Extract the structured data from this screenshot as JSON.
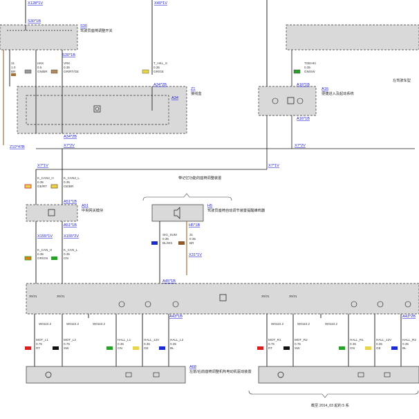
{
  "connectors": {
    "top_left": "X128*1V",
    "top_mid": "X40*1V",
    "s30_pin": "S30*1B",
    "s30b": "S30*1B",
    "a34_top": "A34*2B",
    "a34_bot": "A34*2B",
    "a16_top": "A16*1B",
    "a16_bot": "A16*1B",
    "x7_1": "X7*1V",
    "x7_2": "X7*2V",
    "x7_3": "X7*1V",
    "x7_4": "X7*2V",
    "z10": "Z10*47B",
    "a51_pin": "A51*1B",
    "a51_bot": "A51*1B",
    "x155_1": "X155*1V",
    "x155_2": "X155*2V",
    "h5_pin": "H5*1B",
    "x31": "X31*1V",
    "a45": "A45*1B",
    "a45b": "A43*1B",
    "a43b2": "A43*2B"
  },
  "components": {
    "s30_code": "S30",
    "s30_name": "驾驶员座椅调整开关",
    "z1_code": "Z1",
    "z1_name": "接线盒",
    "a34": "A34",
    "a16_code": "A16",
    "a16_name": "便捷进入及起动系统",
    "a51_code": "A51",
    "a51_name": "中央网关模块",
    "h5_code": "H5",
    "h5_name": "驾驶员座椅自动调节装置提醒蜂鸣器",
    "a68_code": "A68",
    "a68_name": "左前/右前座椅调整机构电动机驱动装置",
    "right_label": "左驾驶车型"
  },
  "notes": {
    "bracket_text": "带记忆功能的座椅调整装置",
    "bottom_text": "截至 2014_03 起的 5 系"
  },
  "wires": {
    "w31": {
      "pin": "31",
      "size": "1.0",
      "color": "BR"
    },
    "hkk": {
      "name": "HKK",
      "size": "0.5",
      "color": "GN/BR"
    },
    "vrk": {
      "name": "VRK",
      "size": "0.35",
      "color": "GR/RT/GE"
    },
    "thkl": {
      "name": "T_HKL_S",
      "size": "0.35",
      "color": "GR/GE"
    },
    "toehk": {
      "name": "TOEHKI",
      "size": "0.35",
      "color": "GN/SW"
    },
    "kcan2h": {
      "name": "K_CAN2_H",
      "size": "0.35",
      "color": "GE/RT"
    },
    "kcan2l": {
      "name": "K_CAN2_L",
      "size": "0.35",
      "color": "GE/BR"
    },
    "kcanh": {
      "name": "K_CAN_H",
      "size": "0.35",
      "color": "OR/GN"
    },
    "kcanl": {
      "name": "K_CAN_L",
      "size": "0.35",
      "color": "GN"
    },
    "sigsum": {
      "name": "SIG_SUM",
      "size": "0.35",
      "color": "BL/WS"
    },
    "w31b": {
      "name": "31",
      "size": "0.35",
      "color": "BR"
    },
    "motl1": {
      "name": "MOT_L1",
      "size": "0.75",
      "color": "RT"
    },
    "motl2": {
      "name": "MOT_L2",
      "size": "0.75",
      "color": "SW"
    },
    "halll1": {
      "name": "HALL_L1",
      "size": "0.35",
      "color": "GN"
    },
    "hall12": {
      "name": "HALL_12V",
      "size": "0.35",
      "color": "GE"
    },
    "halll2": {
      "name": "HALL_L2",
      "size": "0.35",
      "color": "BL"
    },
    "motr1": {
      "name": "MOT_R1",
      "size": "0.75",
      "color": "RT"
    },
    "motr2": {
      "name": "MOT_R2",
      "size": "0.75",
      "color": "SW"
    },
    "hallr1": {
      "name": "HALL_R1",
      "size": "0.35",
      "color": "GN"
    },
    "hall12r": {
      "name": "HALL_12V",
      "size": "0.35",
      "color": "GE"
    },
    "hallr2": {
      "name": "HALL_R2",
      "size": "0.35",
      "color": "BL"
    }
  },
  "splices": {
    "w1": "W0110.2",
    "w2": "W0110.2",
    "w3": "W0110.2",
    "w4": "W0110.2",
    "w5": "W0110.2",
    "w6": "W0110.2"
  },
  "pins": {
    "p30_31a": "30/31",
    "p30_31b": "30/31",
    "p30_31c": "30/31",
    "p30_31d": "30/31"
  },
  "colors": {
    "box_fill": "#d9d9d9",
    "link_blue": "#1a1acc",
    "wire": "#111111",
    "brown": "#a0703a"
  }
}
